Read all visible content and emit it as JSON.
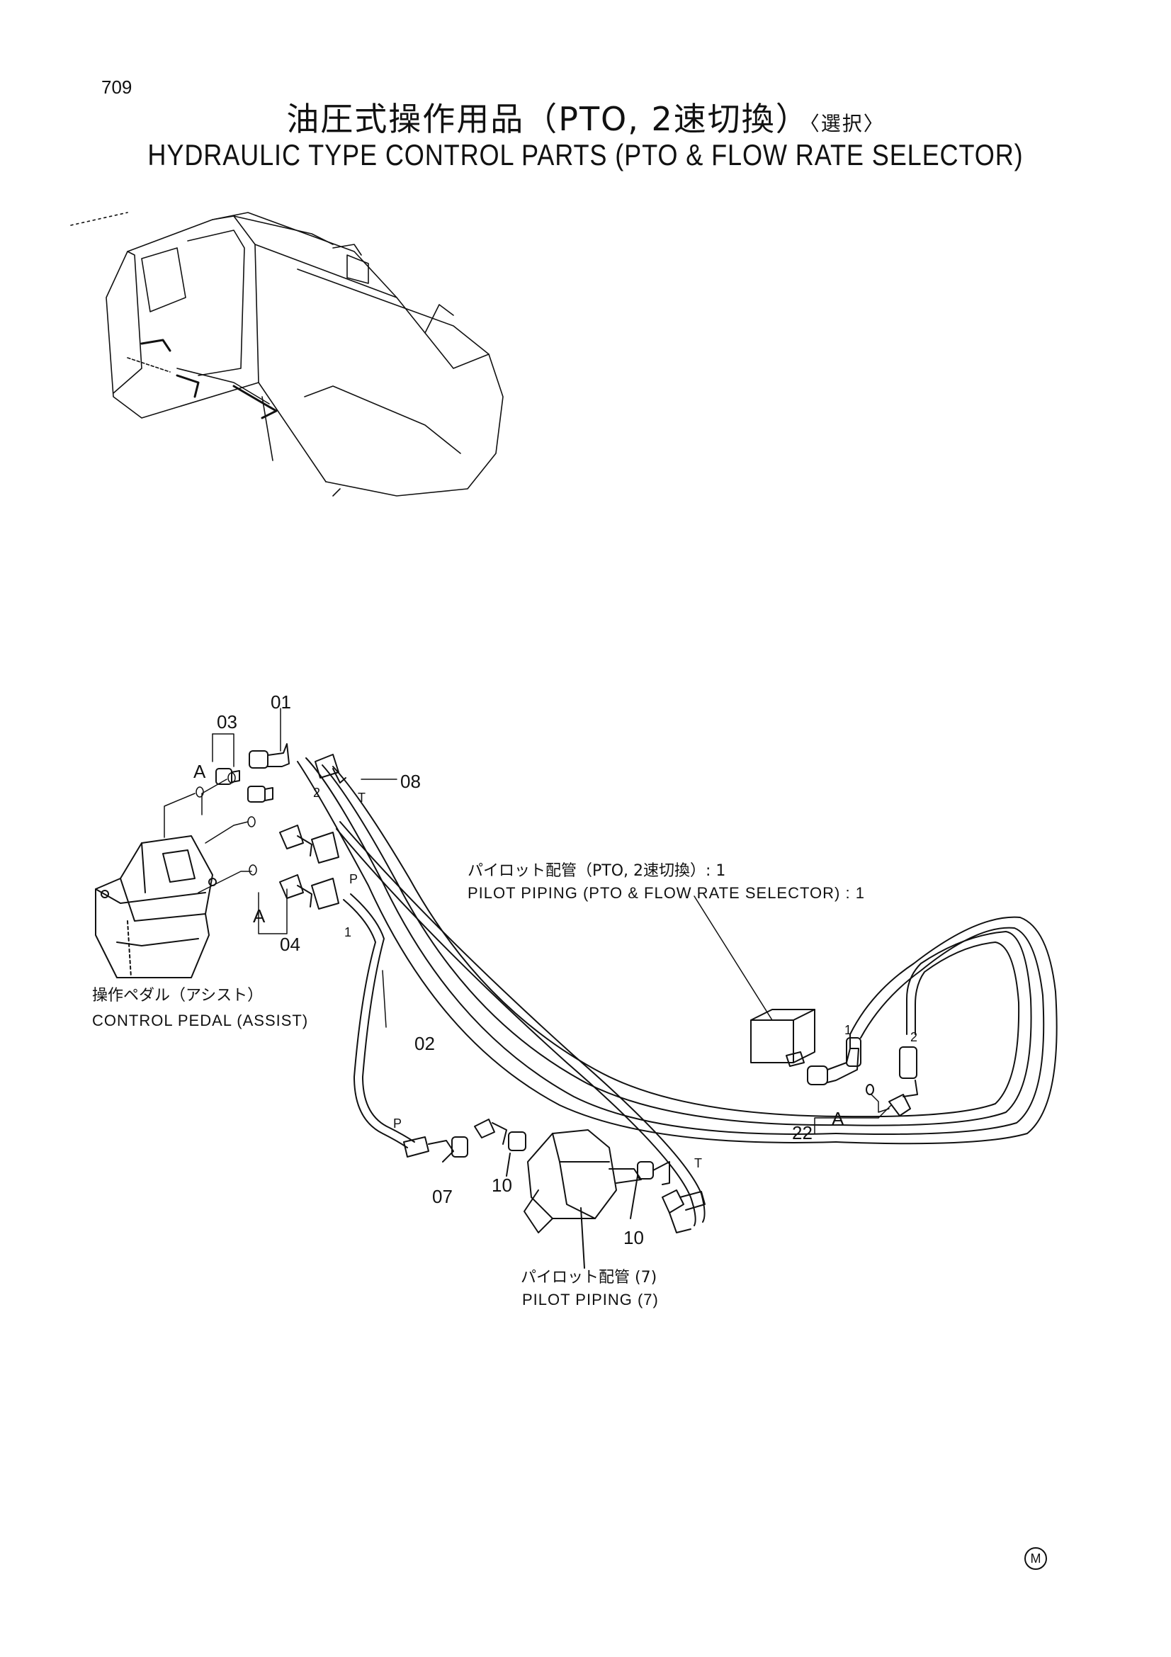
{
  "page": {
    "number": "709",
    "title_jp": "油圧式操作用品（PTO, 2速切換）",
    "title_jp_note": "〈選択〉",
    "title_en": "HYDRAULIC TYPE CONTROL PARTS (PTO & FLOW RATE SELECTOR)",
    "corner_mark": "M"
  },
  "labels": {
    "p01": "01",
    "p03": "03",
    "a_top": "A",
    "p08": "08",
    "a_bottom": "A",
    "p04": "04",
    "port_2": "2",
    "port_t": "T",
    "port_p": "P",
    "port_1": "1",
    "p02": "02",
    "p07": "07",
    "p10_left": "10",
    "p10_right": "10",
    "port_p_lower": "P",
    "port_t_lower": "T",
    "p22": "22",
    "a_right": "A",
    "port_1_right": "1",
    "port_2_right": "2"
  },
  "callouts": {
    "pilot_pto_jp": "パイロット配管（PTO, 2速切換）: 1",
    "pilot_pto_en": "PILOT PIPING (PTO & FLOW RATE SELECTOR) : 1",
    "pedal_jp": "操作ペダル（アシスト）",
    "pedal_en": "CONTROL PEDAL (ASSIST)",
    "pilot7_jp": "パイロット配管 (7)",
    "pilot7_en": "PILOT PIPING (7)"
  }
}
